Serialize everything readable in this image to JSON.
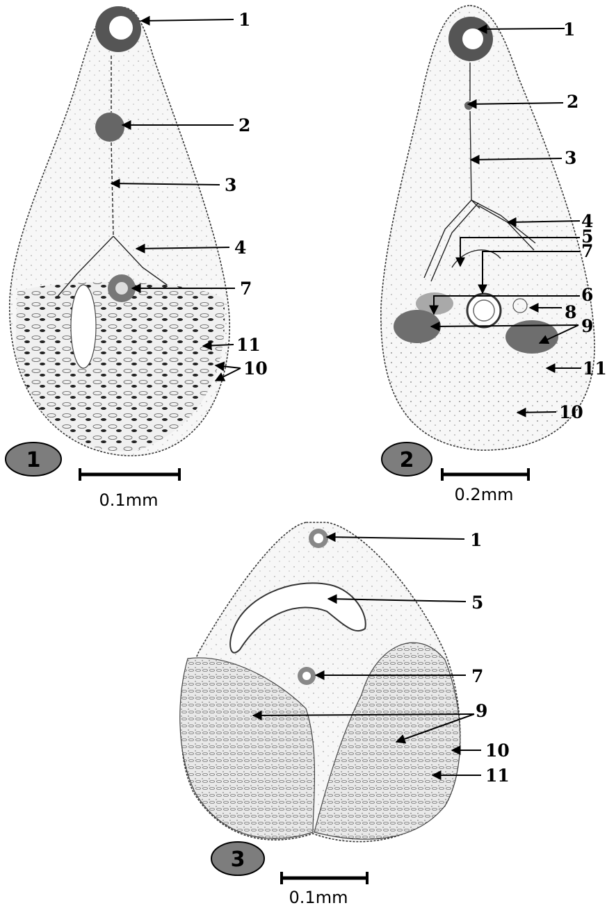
{
  "figures": [
    {
      "number": "1",
      "scale_bar": "0.1mm",
      "labels": [
        "1",
        "2",
        "3",
        "4",
        "7",
        "11",
        "10"
      ]
    },
    {
      "number": "2",
      "scale_bar": "0.2mm",
      "labels": [
        "1",
        "2",
        "3",
        "4",
        "5",
        "7",
        "6",
        "8",
        "9",
        "11",
        "10"
      ]
    },
    {
      "number": "3",
      "scale_bar": "0.1mm",
      "labels": [
        "1",
        "5",
        "7",
        "9",
        "10",
        "11"
      ]
    }
  ],
  "colors": {
    "badge_fill": "#7d7d7d",
    "gland_fill": "#6e6e6e",
    "gland_light_fill": "#a9a9a9",
    "ink": "#000000"
  }
}
